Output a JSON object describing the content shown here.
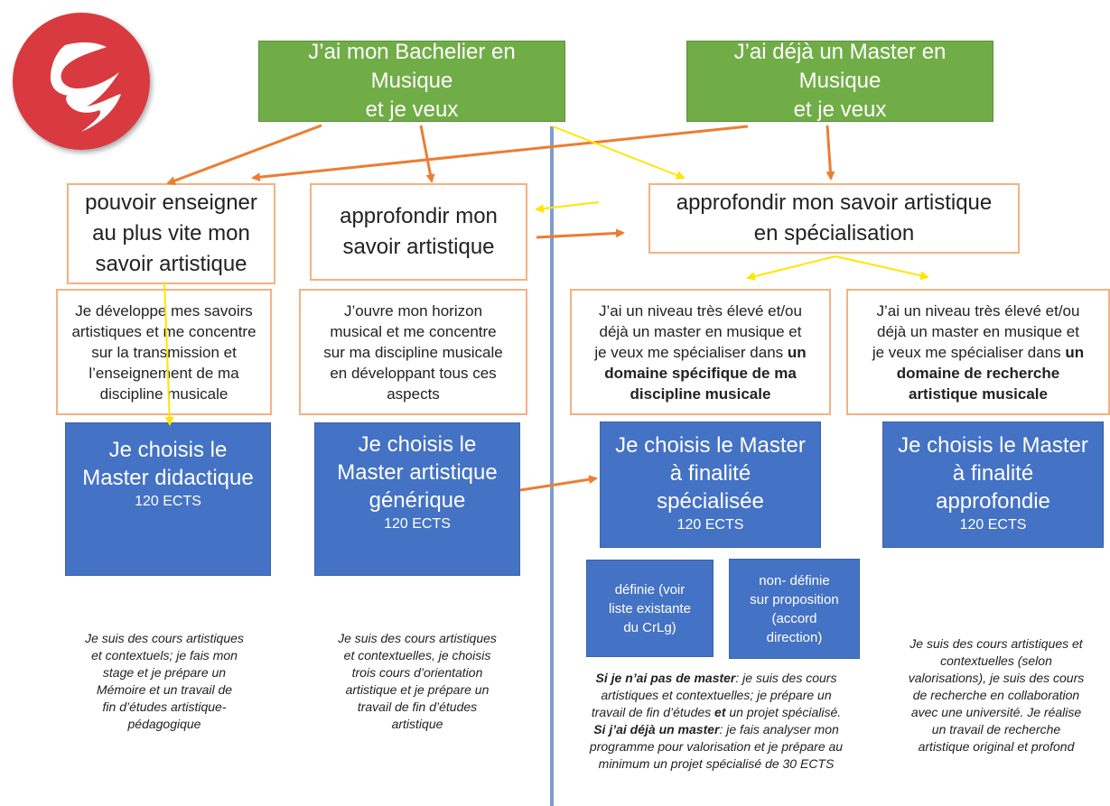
{
  "top": {
    "bachelier": [
      "J’ai mon Bachelier en Musique",
      "et je veux"
    ],
    "master": [
      "J’ai déjà un Master en Musique",
      "et je veux"
    ]
  },
  "goals": {
    "enseigner": [
      "pouvoir enseigner",
      "au plus vite mon",
      "savoir artistique"
    ],
    "approfondir": [
      "approfondir mon",
      "savoir artistique"
    ],
    "specialisation": [
      "approfondir mon savoir artistique",
      "en spécialisation"
    ]
  },
  "descriptions": {
    "didactique": [
      "Je développe mes savoirs",
      "artistiques et me concentre",
      "sur la transmission et",
      "l’enseignement de ma",
      "discipline musicale"
    ],
    "generique": [
      "J’ouvre mon horizon",
      "musical et me concentre",
      "sur ma discipline musicale",
      "en développant tous ces",
      "aspects"
    ],
    "specialisee": {
      "l1": "J’ai un niveau très élevé et/ou",
      "l2": "déjà un master en musique et",
      "l3a": "je veux me spécialiser dans ",
      "l3b": "un",
      "l4": "domaine spécifique de ma",
      "l5": "discipline musicale"
    },
    "approfondie": {
      "l1": "J’ai un niveau très élevé et/ou",
      "l2": "déjà un master en musique et",
      "l3a": "je veux me spécialiser dans ",
      "l3b": "un",
      "l4": "domaine de recherche",
      "l5": "artistique musicale"
    }
  },
  "masters": {
    "didactique": {
      "title": [
        "Je choisis le",
        "Master didactique"
      ],
      "ects": "120 ECTS"
    },
    "generique": {
      "title": [
        "Je choisis le",
        "Master artistique",
        "générique"
      ],
      "ects": "120 ECTS"
    },
    "specialisee": {
      "title": [
        "Je choisis le Master",
        "à finalité",
        "spécialisée"
      ],
      "ects": "120 ECTS"
    },
    "approfondie": {
      "title": [
        "Je choisis le Master",
        "à finalité",
        "approfondie"
      ],
      "ects": "120 ECTS"
    }
  },
  "options": {
    "definie": [
      "définie (voir",
      "liste existante",
      "du CrLg)"
    ],
    "non_definie": [
      "non- définie",
      "sur proposition",
      "(accord",
      "direction)"
    ]
  },
  "notes": {
    "didactique": [
      "Je suis des cours artistiques",
      "et contextuels; je fais mon",
      "stage et je prépare un",
      "Mémoire  et un travail de",
      "fin d’études artistique-",
      "pédagogique"
    ],
    "generique": [
      "Je suis des cours artistiques",
      "et contextuelles, je choisis",
      "trois cours d’orientation",
      "artistique et je prépare un",
      "travail de fin d’études",
      "artistique"
    ],
    "specialisee": {
      "b1": "Si je n’ai pas de master",
      "t1": ": je suis des cours",
      "t2": "artistiques et contextuelles; je prépare un",
      "t3a": "travail de fin d’études ",
      "b3": "et",
      "t3b": "  un projet spécialisé.",
      "b4": "Si j’ai déjà un master",
      "t4": ": je fais analyser mon",
      "t5": "programme pour valorisation et je prépare au",
      "t6": "minimum un projet spécialisé de 30 ECTS"
    },
    "approfondie": [
      "Je suis des cours artistiques et",
      "contextuelles (selon",
      "valorisations), je suis des cours",
      "de recherche en collaboration",
      "avec une université. Je réalise",
      "un travail de recherche",
      "artistique original et profond"
    ]
  },
  "colors": {
    "green": "#70ad47",
    "blue": "#4472c4",
    "orange_border": "#f4b183",
    "orange_arrow": "#ed7d31",
    "yellow_arrow": "#ffe600",
    "logo_red": "#d83a3f"
  },
  "logo": {
    "icon": "conservatoire-logo-icon"
  }
}
